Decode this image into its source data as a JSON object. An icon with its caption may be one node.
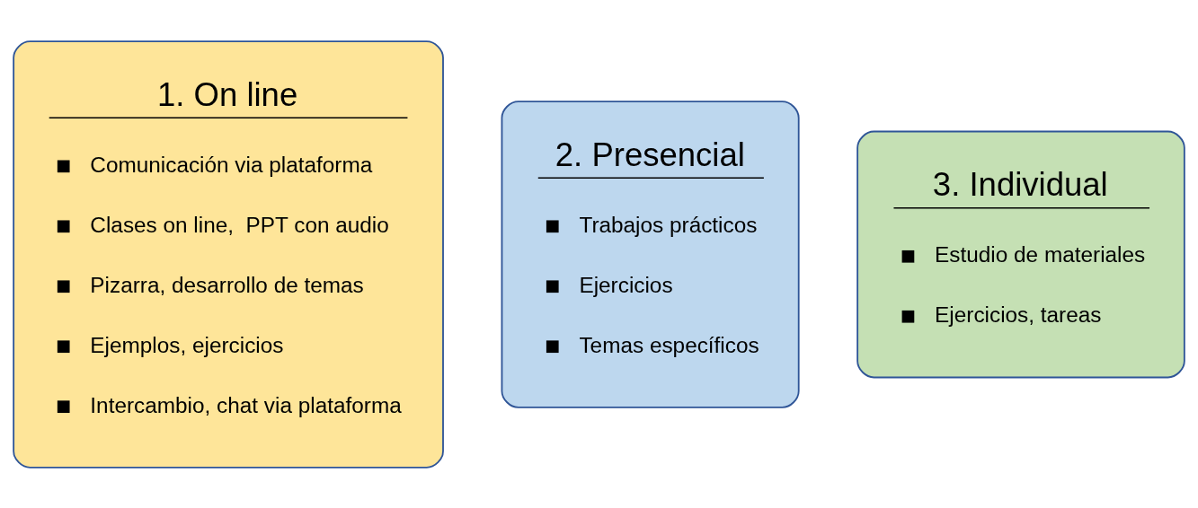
{
  "diagram": {
    "nodes": [
      {
        "text": [
          "1. On line",
          "Comunicación via plataforma",
          "Clases on line,  PPT con audio",
          "Pizarra, desarrollo de temas",
          "Ejemplos, ejercicios",
          "Intercambio, chat via plataforma"
        ]
      },
      {
        "text": [
          "2. Presencial",
          "Trabajos prácticos",
          "Ejercicios",
          "Temas específicos"
        ]
      },
      {
        "text": [
          "3. Individual",
          "Estudio de materiales",
          "Ejercicios, tareas"
        ]
      }
    ],
    "edges": []
  }
}
